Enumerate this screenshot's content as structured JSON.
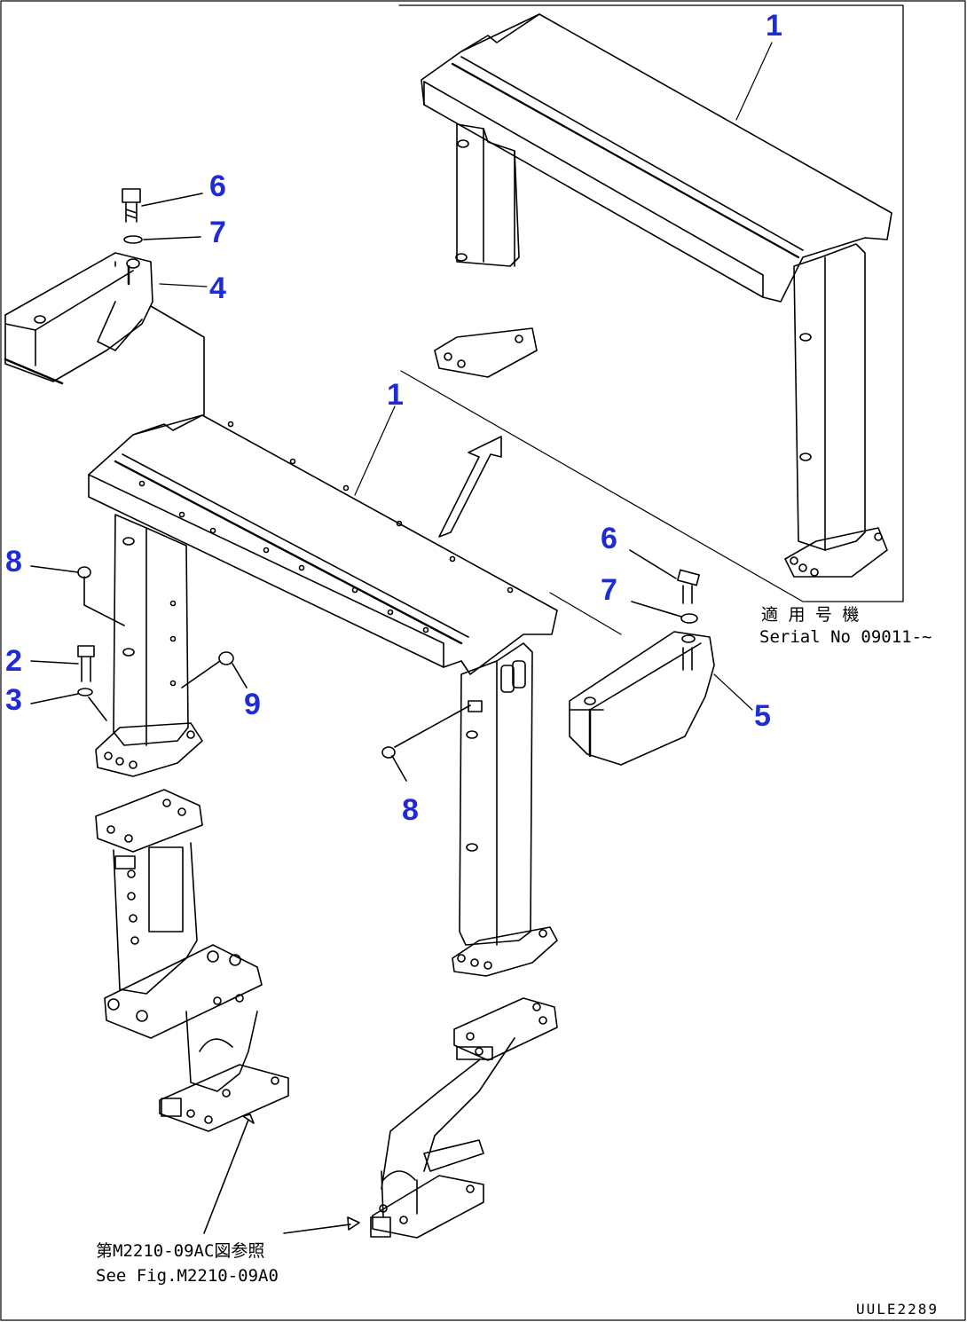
{
  "callouts": {
    "part_1_upper": "1",
    "part_1_lower": "1",
    "part_2": "2",
    "part_3": "3",
    "part_4": "4",
    "part_5": "5",
    "part_6_left": "6",
    "part_6_right": "6",
    "part_7_left": "7",
    "part_7_right": "7",
    "part_8_left": "8",
    "part_8_right": "8",
    "part_9": "9"
  },
  "notes": {
    "serial_jp": "適 用 号 機",
    "serial_en": "Serial No 09011-~",
    "ref_jp": "第M2210-09AC図参照",
    "ref_en": "See Fig.M2210-09A0"
  },
  "drawing_number": "UULE2289",
  "colors": {
    "callout": "#1e2bd6",
    "line": "#000000",
    "background": "#ffffff"
  }
}
